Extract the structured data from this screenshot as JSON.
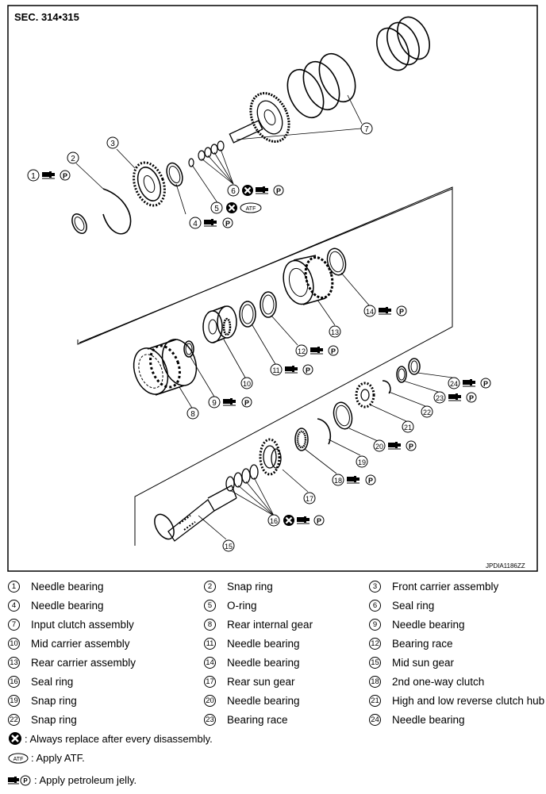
{
  "section_label": "SEC. 314•315",
  "image_code": "JPDIA1186ZZ",
  "atf_tag": "ATF",
  "p_tag": "P",
  "callouts": [
    "1",
    "2",
    "3",
    "4",
    "5",
    "6",
    "7",
    "8",
    "9",
    "10",
    "11",
    "12",
    "13",
    "14",
    "15",
    "16",
    "17",
    "18",
    "19",
    "20",
    "21",
    "22",
    "23",
    "24"
  ],
  "legend": [
    {
      "num": "1",
      "name": "Needle bearing"
    },
    {
      "num": "2",
      "name": "Snap ring"
    },
    {
      "num": "3",
      "name": "Front carrier assembly"
    },
    {
      "num": "4",
      "name": "Needle bearing"
    },
    {
      "num": "5",
      "name": "O-ring"
    },
    {
      "num": "6",
      "name": "Seal ring"
    },
    {
      "num": "7",
      "name": "Input clutch assembly"
    },
    {
      "num": "8",
      "name": "Rear internal gear"
    },
    {
      "num": "9",
      "name": "Needle bearing"
    },
    {
      "num": "10",
      "name": "Mid carrier assembly"
    },
    {
      "num": "11",
      "name": "Needle bearing"
    },
    {
      "num": "12",
      "name": "Bearing race"
    },
    {
      "num": "13",
      "name": "Rear carrier assembly"
    },
    {
      "num": "14",
      "name": "Needle bearing"
    },
    {
      "num": "15",
      "name": "Mid sun gear"
    },
    {
      "num": "16",
      "name": "Seal ring"
    },
    {
      "num": "17",
      "name": "Rear sun gear"
    },
    {
      "num": "18",
      "name": "2nd one-way clutch"
    },
    {
      "num": "19",
      "name": "Snap ring"
    },
    {
      "num": "20",
      "name": "Needle bearing"
    },
    {
      "num": "21",
      "name": "High and low reverse clutch hub"
    },
    {
      "num": "22",
      "name": "Snap ring"
    },
    {
      "num": "23",
      "name": "Bearing race"
    },
    {
      "num": "24",
      "name": "Needle bearing"
    }
  ],
  "notes": {
    "replace": ": Always replace after every disassembly.",
    "atf": ": Apply ATF.",
    "jelly": ": Apply petroleum jelly."
  }
}
